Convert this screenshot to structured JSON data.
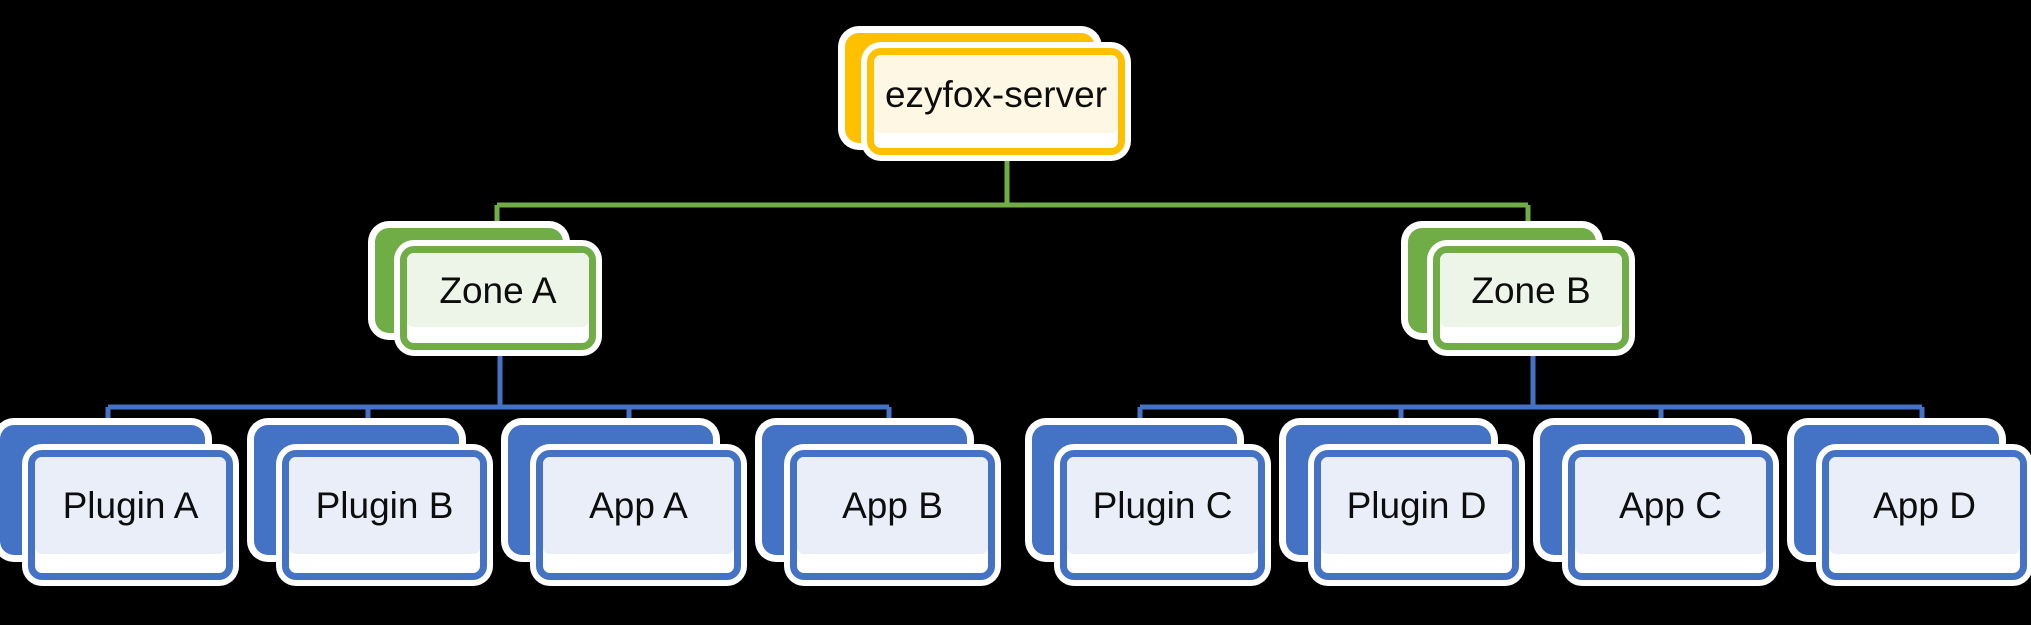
{
  "diagram": {
    "title": "ezyfox-server architecture tree",
    "background": "#000000",
    "colors": {
      "root_accent": "#FFC000",
      "root_fill": "#FDF7E3",
      "zone_accent": "#70AD47",
      "zone_fill": "#EDF4E8",
      "leaf_accent": "#4472C4",
      "leaf_fill": "#E9EEF8",
      "card_outline": "#FFFFFF",
      "text": "#0D0D0D"
    },
    "root": {
      "label": "ezyfox-server"
    },
    "zones": [
      {
        "label": "Zone A"
      },
      {
        "label": "Zone B"
      }
    ],
    "leaves": [
      {
        "label": "Plugin A",
        "zone": "Zone A",
        "kind": "plugin"
      },
      {
        "label": "Plugin B",
        "zone": "Zone A",
        "kind": "plugin"
      },
      {
        "label": "App A",
        "zone": "Zone A",
        "kind": "app"
      },
      {
        "label": "App B",
        "zone": "Zone A",
        "kind": "app"
      },
      {
        "label": "Plugin C",
        "zone": "Zone B",
        "kind": "plugin"
      },
      {
        "label": "Plugin D",
        "zone": "Zone B",
        "kind": "plugin"
      },
      {
        "label": "App C",
        "zone": "Zone B",
        "kind": "app"
      },
      {
        "label": "App D",
        "zone": "Zone B",
        "kind": "app"
      }
    ]
  }
}
